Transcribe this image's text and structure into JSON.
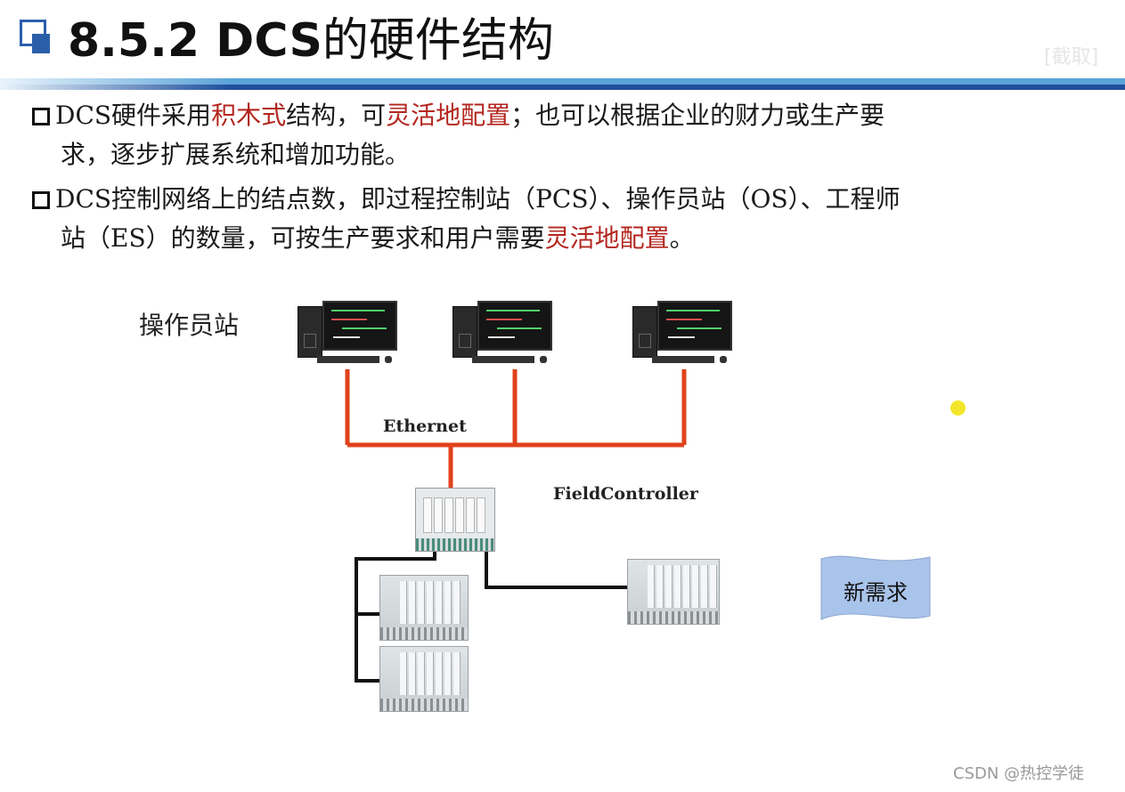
{
  "header": {
    "title_number": "8.5.2 DCS",
    "title_text": "的硬件结构",
    "watermark": "[截取]"
  },
  "paragraphs": {
    "p1": {
      "a": "DCS硬件采用",
      "b": "积木式",
      "c": "结构，可",
      "d": "灵活地配置",
      "e": "；也可以根据企业的财力或生产要",
      "line2": "求，逐步扩展系统和增加功能。"
    },
    "p2": {
      "a": "DCS控制网络上的结点数，即过程控制站（PCS）、操作员站（OS）、工程师",
      "line2a": "站（ES）的数量，可按生产要求和用户需要",
      "line2b": "灵活地配置",
      "line2c": "。"
    }
  },
  "diagram": {
    "operator_station_label": "操作员站",
    "ethernet_label": "Ethernet",
    "field_controller_label": "FieldController",
    "new_requirement_label": "新需求",
    "colors": {
      "network_line": "#e0421b",
      "io_line": "#111111",
      "new_req_fill": "#a9c4ea"
    }
  },
  "footer": {
    "credit": "CSDN @热控学徒"
  }
}
